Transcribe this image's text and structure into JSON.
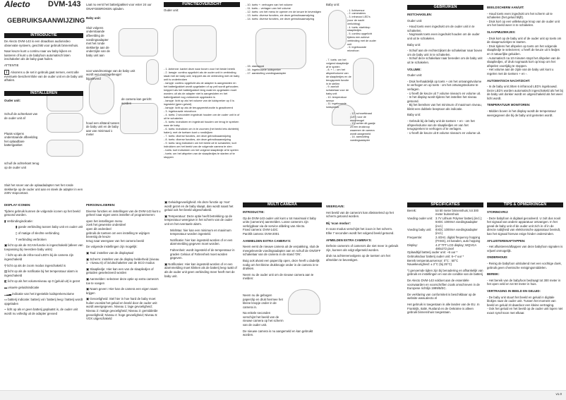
{
  "header": {
    "brand": "Alecto",
    "model": "DVM-143",
    "title": "GEBRUIKSAANWIJZING"
  },
  "intro": {
    "heading": "INTRODUCTIE",
    "p1": "De Alecto DVM-143 is een draadloos audio/video observatie systeem, geschikt voor gebruik binnenshuis.",
    "p2": "Naar keuze kunt u continu naar uw baby kijken en luisteren of kunt u de babyfoon automatisch laten inschakelen als de baby gaat huilen.",
    "attn_label": "ATTENTIE",
    "attn": "Alvorens u de set in gebruik gaat nemen, eerst alle eventuele beschermfolie van de ouder unit en de baby unit afhalen."
  },
  "install": {
    "heading": "INSTALLEREN",
    "ouder": "Ouder unit:",
    "s1": "Schuif de achterkant van de ouder unit af",
    "s2": "Plaats volgens onderstaande afbeelding het oplaadbare batterijpakket",
    "s3": "schuif de achterkant terug op de ouder unit",
    "s4": "Sluit het snoer van de oplaadadapter met het ronde stekkertje op de ouder unit aan en steek de adapter in een 230V stopcontact.",
    "s5": "Laat nu eerst het batterijpakket voor ester 24 uur ONAFGEBROKEN opladen.",
    "baby": "Baby unit:",
    "s6": "Sluit volgens onderstaande afbeelding de voedingsadapter met het ronde stekkertje aan de onderzijde van de baby unit aan",
    "s7": "voor wandmontage van de baby unit wordt een montagebeugel bijgeleverd",
    "s8": "de camera kan gericht worden",
    "s9": "houd een afstand tussen de baby unit en de baby aan van minimaal 1 meter"
  },
  "functie": {
    "heading": "FUNCTIEOVERZICHT",
    "ouder": "Ouder unit:",
    "items": [
      "1. Antenne: kantel deze naar boven voor het beste bereik",
      "2. lampje: continu opgelicht als de ouder unit in verbinding staat met de baby unit; knippert als de verbinding met de baby unit is onderbroken",
      "lampje: continu opgelicht als de adapter is aangesloten en het batterijpakket wordt opgeladen of op peil wordt gehouden; knippert als het batterijpakket leeg raakt en opgeladen moet worden; uit als de adapter niet is aangesloten en het batterijpakket nog voldoende opgeladen is",
      "lampje: licht op als het volume van de luidspreker op 0 is ingesteld (geen geluid)",
      "lampje: licht op als de terugspreekfunctie is geactiveerd",
      "3. ingebouwde microfoon",
      "4. toets: 2 seconden ingedrukt houden om de ouder unit in of uit te schakelen",
      "5. toets: indrukken en ingedrukt houden om terug te spreken naar de baby",
      "6. toets: indrukken om in te zoomen (het beeld iets dichterbij halen); met de toetsen kunt u rondkijken",
      "7. toets: diverse functies, zie deze gebruiksaanwijzing",
      "8. toets: diverse functies, zie deze gebruiksaanwijzing",
      "9. toets: lang indrukken om het beeld uit te schakelen; kort indrukken om het beeld van de volgende camera te zien",
      "toets: kort indrukken om het volgend slaapliedje af te spelen",
      "toets: om het afspelen van de slaapliedjes te starten of te stoppen"
    ],
    "items2": [
      "10. toets +: verhogen van het volume",
      "11. toets -: verlagen van het volume",
      "12. toets: om het menu te openen en de keuze te bevestigen",
      "13. toets: diverse functies, zie deze gebruiksaanwijzing",
      "14. toets: diverse functies, zie deze gebruiksaanwijzing"
    ],
    "items3": [
      "15. standaard",
      "16. ingebouwde luidspreker",
      "17. aansluiting voedingsadapter"
    ],
    "baby": "Baby unit:",
    "baby_items": [
      "1. lichtsensor",
      "2. cameralens",
      "3. infrarood LED's (voor de nacht verlichting)",
      "4. toets: start/stop slaapliedjes",
      "5. continu opgelicht tijdens een actieve verbinding met de ouder unit",
      "6. ingebouwde microfoon",
      "7. toets: om het volgend slaapliedje af te spelen",
      "8. + / -: om het afspeelvolume van de slaapliedjes en de terugspreek functie in te stellen",
      "9. aan/uit schakelaar voor de baby unit",
      "10. temperatuur sensor",
      "11. ingebouwde luidspreker",
      "12. schroefdraad (1/4\") voor de muurbeugel",
      "13. achter dit gaatje zit een drukknop waarmee de camera wordt aangemeld",
      "14. aansluiting voedingsadapter"
    ]
  },
  "gebruiken": {
    "heading": "GEBRUIKEN",
    "s1": "INSTCHAKELEN:",
    "s1a": "Ouder unit:",
    "s1b": "Houd toets even ingedrukt om de ouder unit in te schakelen.",
    "s1c": "Nogmaals toets even ingedrukt houden om de ouder unit uit te schakelen.",
    "s1d": "Baby unit:",
    "s1e": "Schuif aan de rechterzijkant de schakelaar naar boven om de baby unit in te schakelen.",
    "s1f": "Schuif deze schakelaar naar beneden om de baby unit uit te schakelen.",
    "s2": "VOLUME:",
    "s2a": "Ouder unit:",
    "s2b": "Druk herhaaldelijk op toets + om het ontvangstvolume te verhogen en op toets - om het ontvangstvolume te verlagen.",
    "s2c": "U heeft de keuze uit 7 volume niveau's en volume uit.",
    "s2d": "In het display wordt tijdens het instellen het niveau getoond.",
    "s2e": "Bij het bereiken van het minimum of maximum niveau, klinkt een dubbele beeptoon als indicatie.",
    "s2f": "Baby unit:",
    "s2g": "Gebruik bij de baby unit de toetsen + en - om het afspeelvolume van de slaapliedjes en van het terugspreken te verhogen of te verlagen.",
    "s2h": "U heeft de keuze uit 8 volume niveau's en volume uit."
  },
  "right": {
    "s1": "BEELDSCHERM AAN/UIT:",
    "s1a": "Houd toets even ingedrukt om het scherm uit te schakelen (het geluid blijft).",
    "s1b": "Druk kort op een willekeurige knop van de ouder unit om het beeld weer in te schakelen.",
    "s2": "SLAAPMUZIEKJES:",
    "s2a": "Druk kort op de baby unit of de ouder unit op toets om de slaapmuziekjes te starten.",
    "s2b": "Druk tijdens het afspelen op toets om het volgende slaapliedje te selecteren; u heeft de keuze uit 5 liedjes en 3 natuurlijke geluiden.",
    "s2c": "Automatisch na 10 minuten stopt het afspelen van de slaapliedjes, of druk nogmaals kort op knop om het afspelen voortijdig te stoppen.",
    "s2d": "Het volume aan de zijde van de baby unit kunt u regelen met de toetsen + en -.",
    "s3": "AUTOMATISCH NACHTZICHT:",
    "s3a": "In de baby unit zitten 6 infrarood LED's ingebouwd. Deze LED's worden automatisch ingeschakeld als het bij de baby unit donker wordt en uitgeschakeld als het weer licht wordt.",
    "s4": "TEMPERATUUR MONITOREN:",
    "s4a": "Midden boven in het display wordt de temperatuur weergegeven die bij de baby unit gemeten wordt."
  },
  "icons": {
    "heading": "DISPLAY ICONEN:",
    "intro": "Tijdens gebruik kunnen de volgende iconen op het beeld getoond worden.",
    "items": [
      "Verbindingindicatie:",
      "goede verbinding tussen baby unit en ouder unit",
      "of matige of slechte verbinding",
      "verbinding verbroken",
      "licht op als de SCAN-functie is ingeschakeld (alleen van toepassing bij meerdere baby units)",
      "licht op als de infra-rood LED's bij de camera zijn ingeschakeld",
      "licht op als de zoom modus ingeschakeld is",
      "licht op als de notificatie bij het temperatuur alarm is ingeschakeld",
      "licht op als het volumeniveau op 0 (geluid uit) is gezet",
      "visuele geluidsindicatie",
      "indicatie van het ingestelde luidsprekervolume",
      "batterij indicatie: batterij vol / batterij leeg / batterij wordt opgeladen",
      "licht op als er geen batterij geplaatst is, de ouder unit wordt nu volledig uit de adapter gevoed"
    ]
  },
  "personal": {
    "heading": "PERSONALISEREN:",
    "intro": "Diverse functies en instellingen van de DVM-143 kunt u geheel naar eigen wens instellen of programmeren:",
    "steps": [
      "open het instellingen menu",
      "zoek het gewenste onderdeel",
      "open dit onderdeel",
      "gebruik de toetsen om een instelling te wijzigen",
      "bevestig de keuze",
      "terug naar weergave van het camera beeld"
    ],
    "list_title": "De volgende instellingen zijn mogelijk:",
    "items": [
      "Taal: instellen van de displaytaal",
      "Scherm: instellen van de display helderheid (niveau 1 - niveau 6) of in/uitschakelen van de ECO modus",
      "Slaapliedje: Hier kan een van de slaapliedjes of geluiden geselecteerd worden",
      "Aanmelden: selecteer deze optie op extra camera's toe te voegen",
      "Naam geven: Hier kan de camera een eigen naam krijgen",
      "Gevoeligheid: Stel hier in hoe hard de baby moet huilen voordat het geluid en beeld door de ouder unit wordt weergegeven. Niveau 1: lage gevoeligheid; Niveau 2: matige gevoeligheid; Niveau 3: gemiddelde gevoeligheid; Niveau 4: hoge gevoeligheid; Niveau 5: VOX uitgeschakeld"
    ]
  },
  "personal2": {
    "items": [
      "Geluidsgevoeligheid: Als deze functie op 'Aan' wordt gezet en de baby slaapt, dan wordt naast het geluid ook het beeld uitgeschakeld.",
      "Temperatuur: Deze optie heeft betrekking op de temperatuur weergave in het scherm van de ouder unit en het eventuele alarm.",
      "Min/Max: hier kan een minimum en maximum temperatuur worden ingesteld.",
      "Notificatie: hier kan ingesteld worden of er een alarmmelding gegeven moet worden.",
      "Fahrenheit: wordt ingesteld of de temperatuur in graden Celsius of Fahrenheit moet worden gegeven.",
      "Notificaties: Hier kan ingesteld worden of er een alarmmelding moet klinken als de batterij leeg raakt of als de ouder unit geen verbinding meer heeft met de baby unit."
    ]
  },
  "multi": {
    "heading": "MULTI CAMERA",
    "s1": "INTRODUCTIE:",
    "s1a": "Op de DVM-143 ouder unit kunt u tot maximaal 4 baby units (camera's) aanmelden. Losse camera's zijn verkrijgbaar via de service afdeling van Alecto.",
    "s1b": "Fixed camera: DVM-143C",
    "s1c": "Pan/tilt camera: DVM-2001",
    "s2": "AANMELDEN EXTRA CAMERA'S:",
    "s2a": "Neem eerst de nieuwe camera uit de verpakking, sluit de meegeleverde voedingsadapter aan en schuif de ON/OFF schakelaar van de camera in de stand 'ON'.",
    "s2b": "Buig ook alvast een paperclip open, deze heeft u dadelijk nodig om het kleine drukknopje onder in de camera in te drukken.",
    "s2c": "Neem nu de ouder unit om de nieuwe camera aan te melden:",
    "s2d": "Neem nu de gebogen paperclip en druk hiermee het kleine knopje onder in de camera in.",
    "s2e": "Na enkele seconden verschijnt het beeld van de nieuwe camera op het scherm van de ouder unit.",
    "s2f": "De nieuwe camera is nu aangemeld en kan gebruikt worden.",
    "s3": "WEERGAVE:",
    "s3a": "Het beeld van de camera's kan afwisselend op het scherm getoond worden.",
    "s4": "Bij 'scan modus':",
    "s4a": "In scan modus verschijnt het icoon in het scherm.",
    "s4b": "Elke 7 seconden wordt het volgend beeld getoond.",
    "s5": "AFMELDEN EXTRA CAMERA'S:",
    "s5a": "Defecte camera's of camera's die niet meer in gebruik zijn, kunnen als volgt afgemeld worden.",
    "s5b": "druk na achtereenvolgens op de toetsen om het afmelden te bevestigen."
  },
  "specs": {
    "heading": "SPECIFICATIES",
    "rows": [
      [
        "Bereik:",
        "tot 50 meter binnenshuis; tot 300 meter buitenshuis"
      ],
      [
        "Voeding ouder unit:",
        "3.7V Lithium Polymer batterij (incl.); 5VDC 1000mA voedingsadapter (incl.)"
      ],
      [
        "Voeding baby unit:",
        "6VDC 1000mA voedingsadapter (incl.)"
      ],
      [
        "Frequentie:",
        "2.4GHz, digital frequency hopping (FHSS), 24 kanalen, auto hopping"
      ],
      [
        "Display:",
        "4.3\" TFT LCD display; WQVGA 480x272 pixel"
      ]
    ],
    "extra": [
      "Oplaadtijd batterij ouder unit: ~6 uur *",
      "Gebruiksduur batterij ouder unit: 6~7 uur *",
      "Bereik temperatuursensor: 0°C : 50°C",
      "Nauwkeurigheid: ± 2°C (bij 25°C)"
    ],
    "note": "*) genoemde tijden zijn bij benadering en afhankelijk van gebruik en instellingen en van de conditie van de batterij",
    "p1": "De Alecto DVM-143 voldoet aan de essentiële voorwaarden en voorschriften zoals omschreven in de Europese richtlijn 1999/5/EC.",
    "p2": "De verklaring van conformiteit is beschikbaar op de website www.alecto.nl",
    "p3": "Het gebruik is toegestaan in alle landen van de EU. In Frankrijk, Italië, Rusland en de Oekraïne is alleen gebruik binnenshuis toegestaan."
  },
  "tips": {
    "heading": "TIPS & OPMERKINGEN",
    "items": [
      [
        "STORINGVRIJ:",
        "Deze babyfoon is digitaal gecodeerd. U zult dus nooit het signaal van andere apparatuur ontvangen. In het geval de baby unit of de ouder unit zich in of in de directe nabijheid van elektronische apparatuur bevindt, kan het signaal hiervan enige hinder ondervinden."
      ],
      [
        "AFLUISTERENAFTAPPEN:",
        "Het afluisteren/aftappen van deze babyfoon signalen is vrijwel onmogelijk."
      ],
      [
        "ONDERHOUD:",
        "Reinig de babyfoon uitsluitend met een vochtige doek, gebruik geen chemische reinigingsmiddelen."
      ],
      [
        "BEREIK:",
        "Het bereik van de babyfoon bedraagt tot 300 meter in het open veld en tot 50 meter in huis."
      ],
      [
        "VERTRAGING IN BEELD EN GELUID:",
        "De baby unit stuurt het beeld en geluid in digitale blokjes naar de ouder unit. Tussen het moment van beeld en geluid zit daardoor een kleine vertraging.",
        "Ook het geluid en het beeld op de ouder unit lopen niet exact synchroon met elkaar."
      ]
    ]
  },
  "footer": {
    "page": "v1.0"
  }
}
